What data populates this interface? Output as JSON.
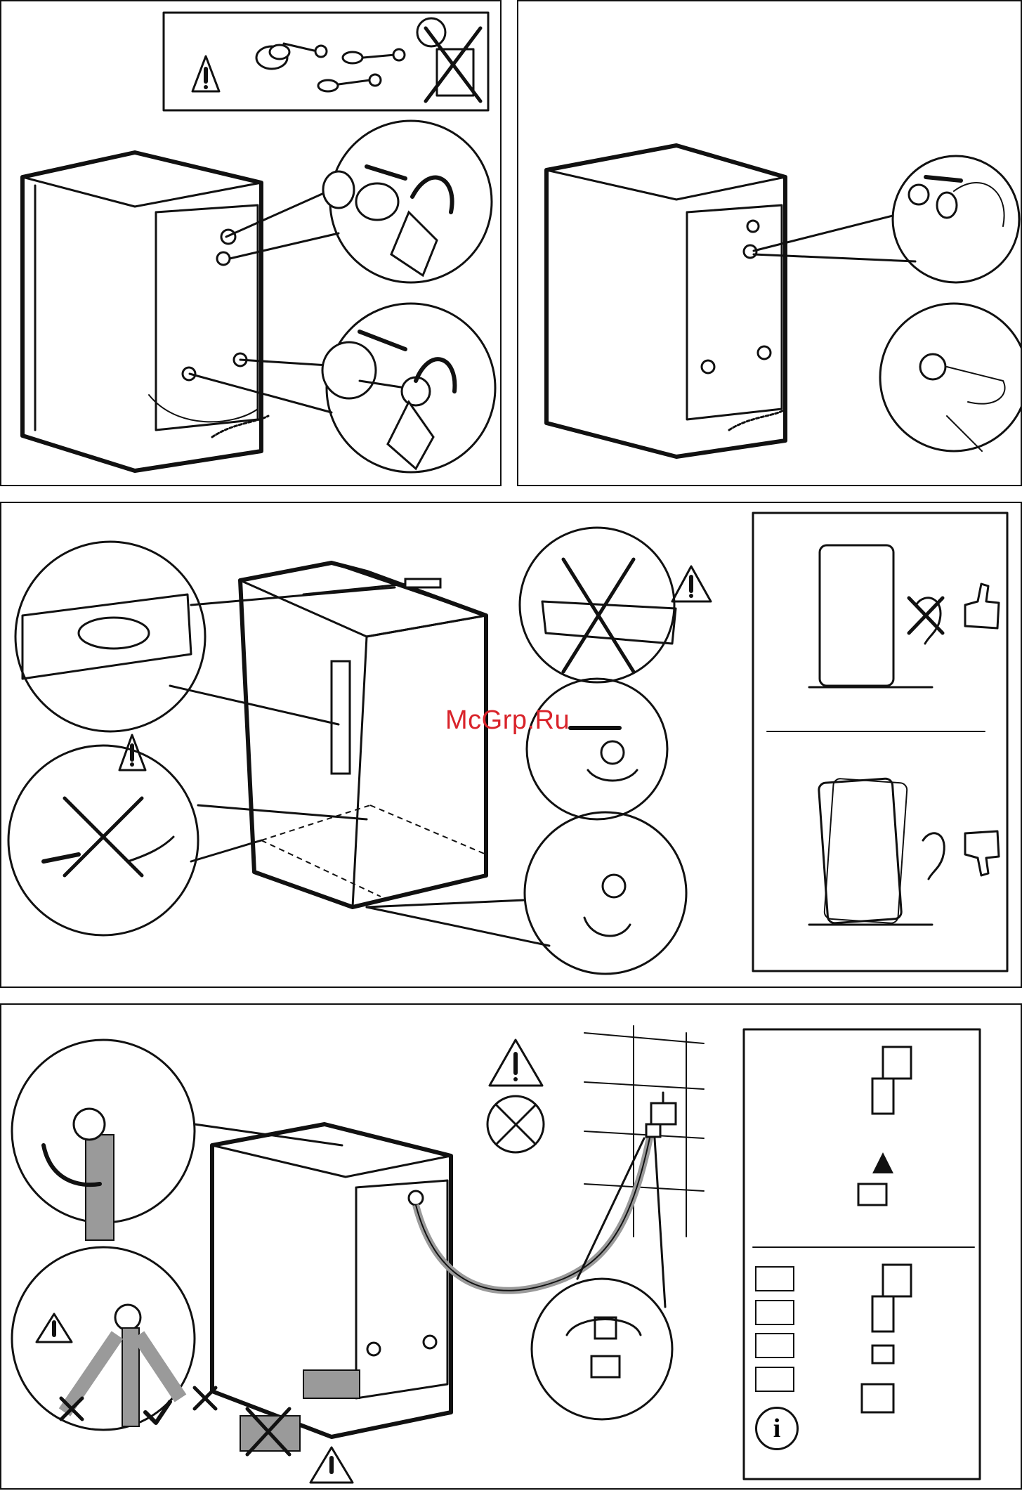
{
  "watermark": "McGrp.Ru",
  "panels": [
    {
      "id": "remove-transit-bolts"
    },
    {
      "id": "insert-plastic-caps"
    },
    {
      "id": "level-machine"
    },
    {
      "id": "connect-water-inlet"
    }
  ],
  "icons": [
    "warning-icon",
    "do-not-dispose-bin-icon",
    "thumbs-up-icon",
    "thumbs-down-icon",
    "ear-icon",
    "no-leak-icon",
    "info-icon",
    "checkmark-icon",
    "cross-icon"
  ],
  "adapter_checkboxes": [
    "",
    "",
    "",
    ""
  ],
  "info_symbol": "i",
  "colors": {
    "line": "#111111",
    "hose": "#9a9a9a",
    "watermark": "#d9232a"
  }
}
